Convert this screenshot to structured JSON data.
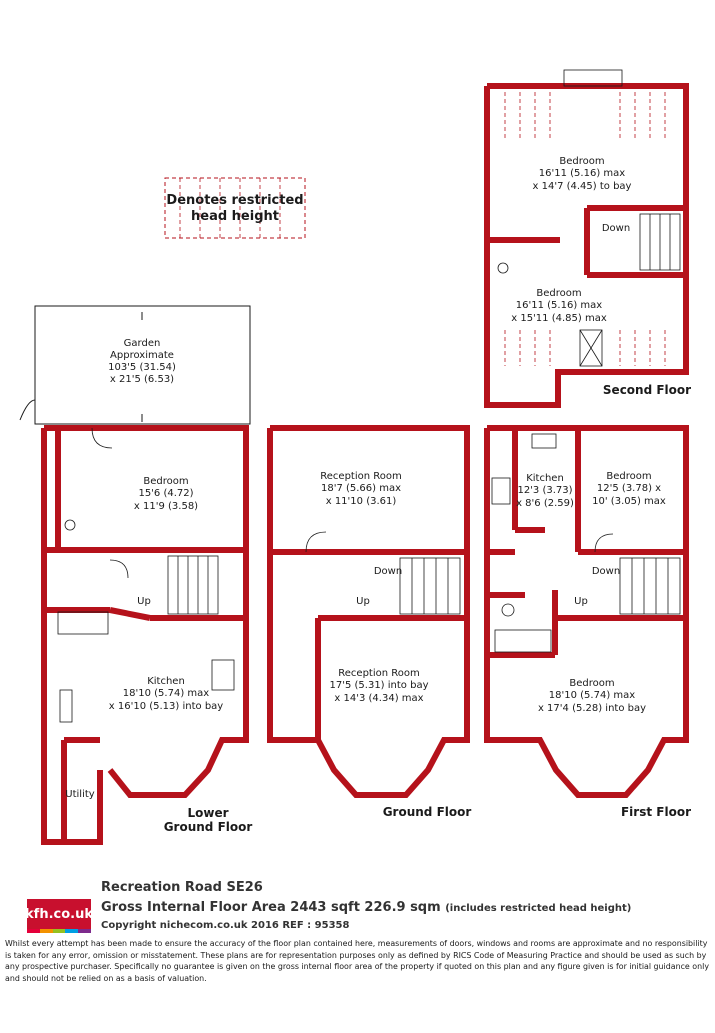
{
  "key": {
    "line1": "Denotes restricted",
    "line2": "head height"
  },
  "colors": {
    "wall": "#b5121b",
    "logo_bg": "#c8102e"
  },
  "lower_ground": {
    "floor_line1": "Lower",
    "floor_line2": "Ground Floor",
    "garden": {
      "l1": "Garden",
      "l2": "Approximate",
      "l3": "103'5 (31.54)",
      "l4": "x 21'5 (6.53)"
    },
    "bedroom": {
      "l1": "Bedroom",
      "l2": "15'6 (4.72)",
      "l3": "x 11'9 (3.58)"
    },
    "kitchen": {
      "l1": "Kitchen",
      "l2": "18'10 (5.74) max",
      "l3": "x 16'10 (5.13) into bay"
    },
    "utility": "Utility",
    "up": "Up"
  },
  "ground": {
    "floor": "Ground Floor",
    "reception1": {
      "l1": "Reception Room",
      "l2": "18'7 (5.66) max",
      "l3": "x 11'10 (3.61)"
    },
    "reception2": {
      "l1": "Reception Room",
      "l2": "17'5 (5.31) into bay",
      "l3": "x 14'3 (4.34) max"
    },
    "down": "Down",
    "up": "Up"
  },
  "first": {
    "floor": "First Floor",
    "kitchen": {
      "l1": "Kitchen",
      "l2": "12'3 (3.73)",
      "l3": "x 8'6 (2.59)"
    },
    "bedroom1": {
      "l1": "Bedroom",
      "l2": "12'5 (3.78) x",
      "l3": "10' (3.05) max"
    },
    "bedroom2": {
      "l1": "Bedroom",
      "l2": "18'10 (5.74) max",
      "l3": "x 17'4 (5.28) into bay"
    },
    "down": "Down",
    "up": "Up"
  },
  "second": {
    "floor": "Second Floor",
    "bedroom1": {
      "l1": "Bedroom",
      "l2": "16'11 (5.16) max",
      "l3": "x 14'7 (4.45) to bay"
    },
    "bedroom2": {
      "l1": "Bedroom",
      "l2": "16'11 (5.16) max",
      "l3": "x 15'11 (4.85) max"
    },
    "down": "Down"
  },
  "footer": {
    "logo": "kfh.co.uk",
    "logo_bars": [
      "#e4003a",
      "#f39200",
      "#95c11f",
      "#009fe3",
      "#7d2a8c"
    ],
    "address": "Recreation Road  SE26",
    "area": "Gross Internal Floor Area 2443 sqft 226.9 sqm",
    "area_note": "(includes restricted head height)",
    "copyright": "Copyright nichecom.co.uk 2016 REF : 95358",
    "disclaimer": "Whilst every attempt has been made to ensure the accuracy of the floor plan contained here, measurements of doors, windows and rooms are approximate and no responsibility is taken for any error, omission or misstatement.  These plans are for representation purposes only as defined by RICS Code of Measuring Practice and should be used as such by any prospective purchaser.  Specifically no guarantee is given on the gross internal floor area of the property if quoted on this plan and any figure given is for initial guidance only and should not be relied on as a basis of valuation."
  }
}
